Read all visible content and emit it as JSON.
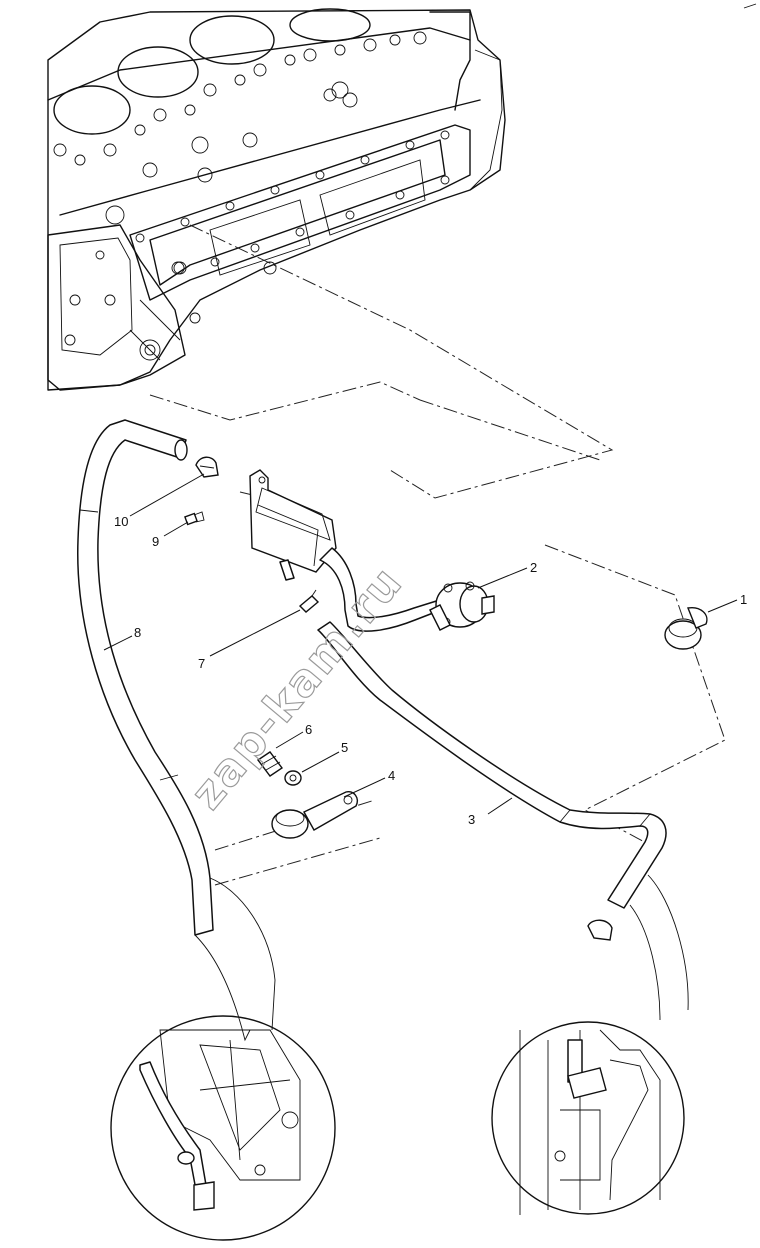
{
  "diagram": {
    "watermark": "zap-kam.ru",
    "callouts": [
      {
        "id": "c1",
        "label": "1"
      },
      {
        "id": "c2",
        "label": "2"
      },
      {
        "id": "c3",
        "label": "3"
      },
      {
        "id": "c4",
        "label": "4"
      },
      {
        "id": "c5",
        "label": "5"
      },
      {
        "id": "c6",
        "label": "6"
      },
      {
        "id": "c7",
        "label": "7"
      },
      {
        "id": "c8",
        "label": "8"
      },
      {
        "id": "c9",
        "label": "9"
      },
      {
        "id": "c10",
        "label": "10"
      }
    ]
  }
}
